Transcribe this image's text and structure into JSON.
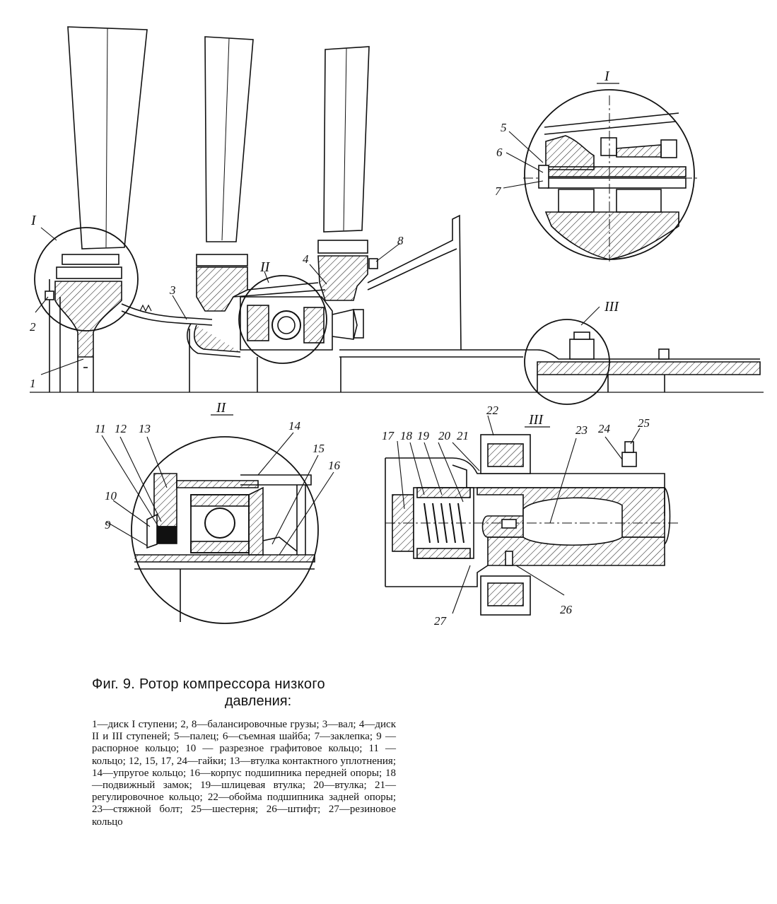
{
  "caption": {
    "line1": "Фиг. 9. Ротор компрессора низкого",
    "line2": "давления:"
  },
  "legend": "1—диск I ступени; 2, 8—балансировочные грузы; 3—вал; 4—диск II и III ступеней; 5—палец; 6—съемная шайба; 7—заклепка; 9 — распорное кольцо; 10 — разрезное графитовое кольцо; 11 — кольцо; 12, 15, 17, 24—гайки; 13—втулка контактного уплотнения; 14—упругое кольцо; 16—корпус подшипника передней опоры; 18—подвижный замок; 19—шлицевая втулка; 20—втулка; 21—регулировочное кольцо; 22—обойма подшипника задней опоры; 23—стяжной болт; 25—шестерня; 26—штифт; 27—резиновое кольцо",
  "views": {
    "detail_i_top": "I",
    "detail_i_left": "I",
    "detail_ii_top": "II",
    "detail_iii_top": "III",
    "detail_ii_title": "II",
    "detail_iii_title": "III"
  },
  "callouts": {
    "n1": "1",
    "n2": "2",
    "n3": "3",
    "n4": "4",
    "n5": "5",
    "n6": "6",
    "n7": "7",
    "n8": "8",
    "n9": "9",
    "n10": "10",
    "n11": "11",
    "n12": "12",
    "n13": "13",
    "n14": "14",
    "n15": "15",
    "n16": "16",
    "n17": "17",
    "n18": "18",
    "n19": "19",
    "n20": "20",
    "n21": "21",
    "n22": "22",
    "n23": "23",
    "n24": "24",
    "n25": "25",
    "n26": "26",
    "n27": "27"
  }
}
